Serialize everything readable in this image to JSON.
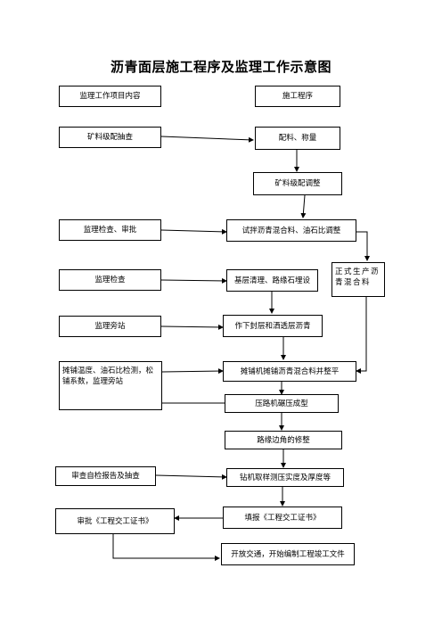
{
  "title": "沥青面层施工程序及监理工作示意图",
  "boxes": {
    "supervision_header": "监理工作项目内容",
    "construction_header": "施工程序",
    "mineral_check": "矿料级配抽查",
    "batching": "配料、称量",
    "mineral_adjust": "矿料级配调整",
    "supervision_approve": "监理检查、审批",
    "trial_mix": "试拌沥青混合料、油石比调整",
    "supervision_check": "监理检查",
    "base_clean": "基层清理、路缘石埋设",
    "formal_production": "正式生产沥青混合料",
    "supervision_station": "监理旁站",
    "seal_layer": "作下封层和洒透层沥青",
    "paving_checks": "摊铺温度、油石比检测，松铺系数，监理旁站",
    "paver": "摊铺机摊铺沥青混合料并整平",
    "roller": "压路机碾压成型",
    "edge_trim": "路缘边角的修整",
    "review_self_check": "审查自检报告及抽查",
    "drill_test": "钻机取样测压实度及厚度等",
    "approve_cert": "审批《工程交工证书》",
    "fill_cert": "填报《工程交工证书》",
    "open_traffic": "开放交通，开始编制工程竣工文件"
  }
}
